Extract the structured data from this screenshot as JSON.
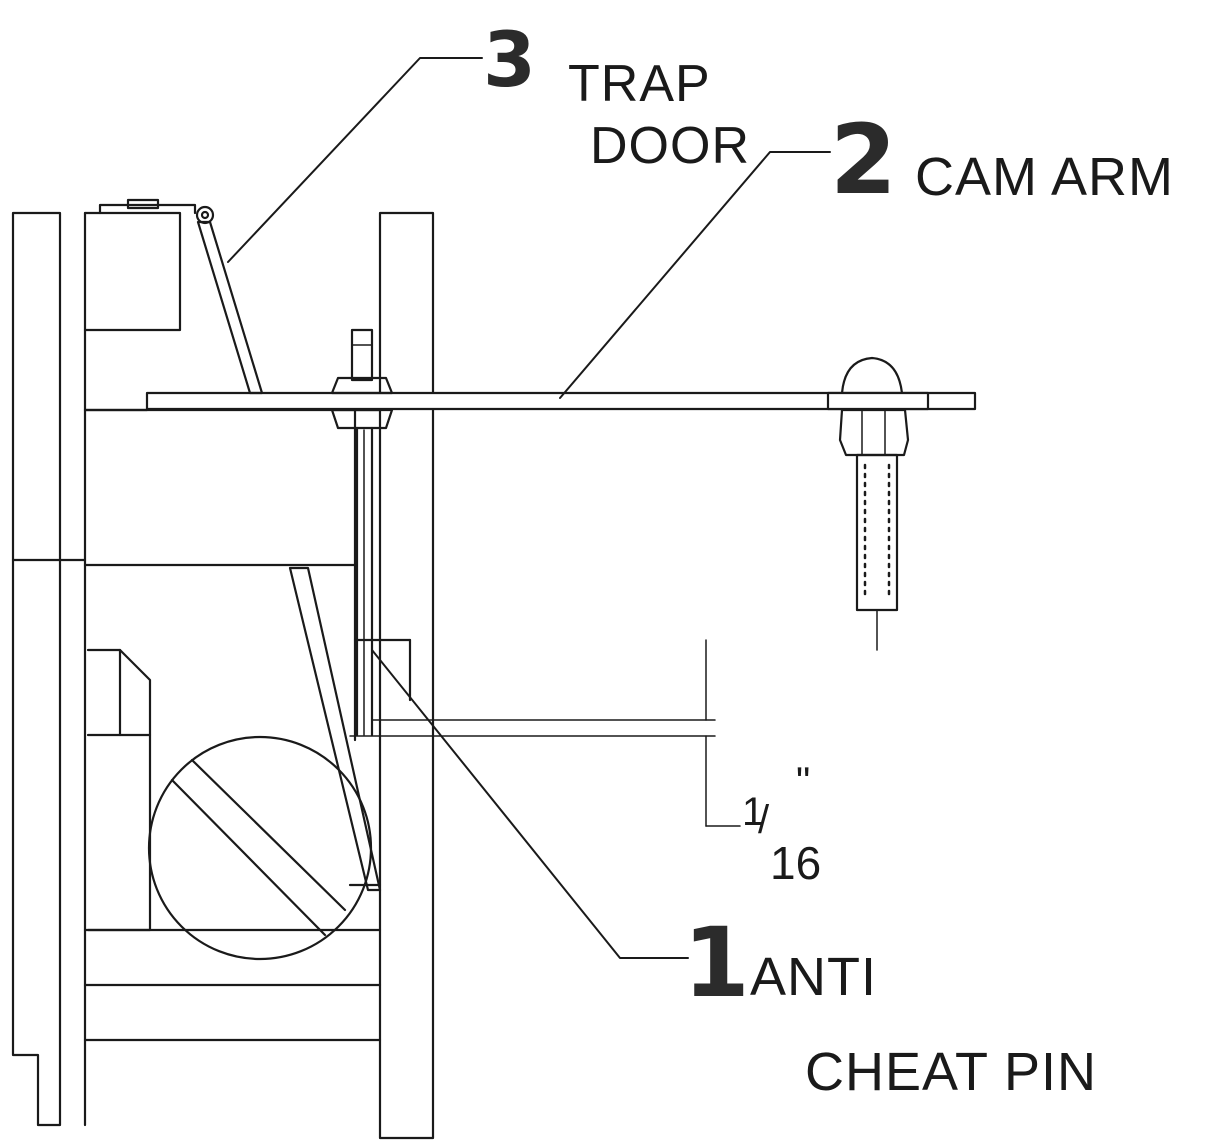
{
  "callouts": [
    {
      "number": "3",
      "lines": [
        "TRAP",
        "DOOR"
      ]
    },
    {
      "number": "2",
      "lines": [
        "CAM ARM"
      ]
    },
    {
      "number": "1",
      "lines": [
        "ANTI",
        "CHEAT PIN"
      ]
    }
  ],
  "dimension": {
    "numerator": "1",
    "denominator": "16",
    "unit": "\""
  }
}
